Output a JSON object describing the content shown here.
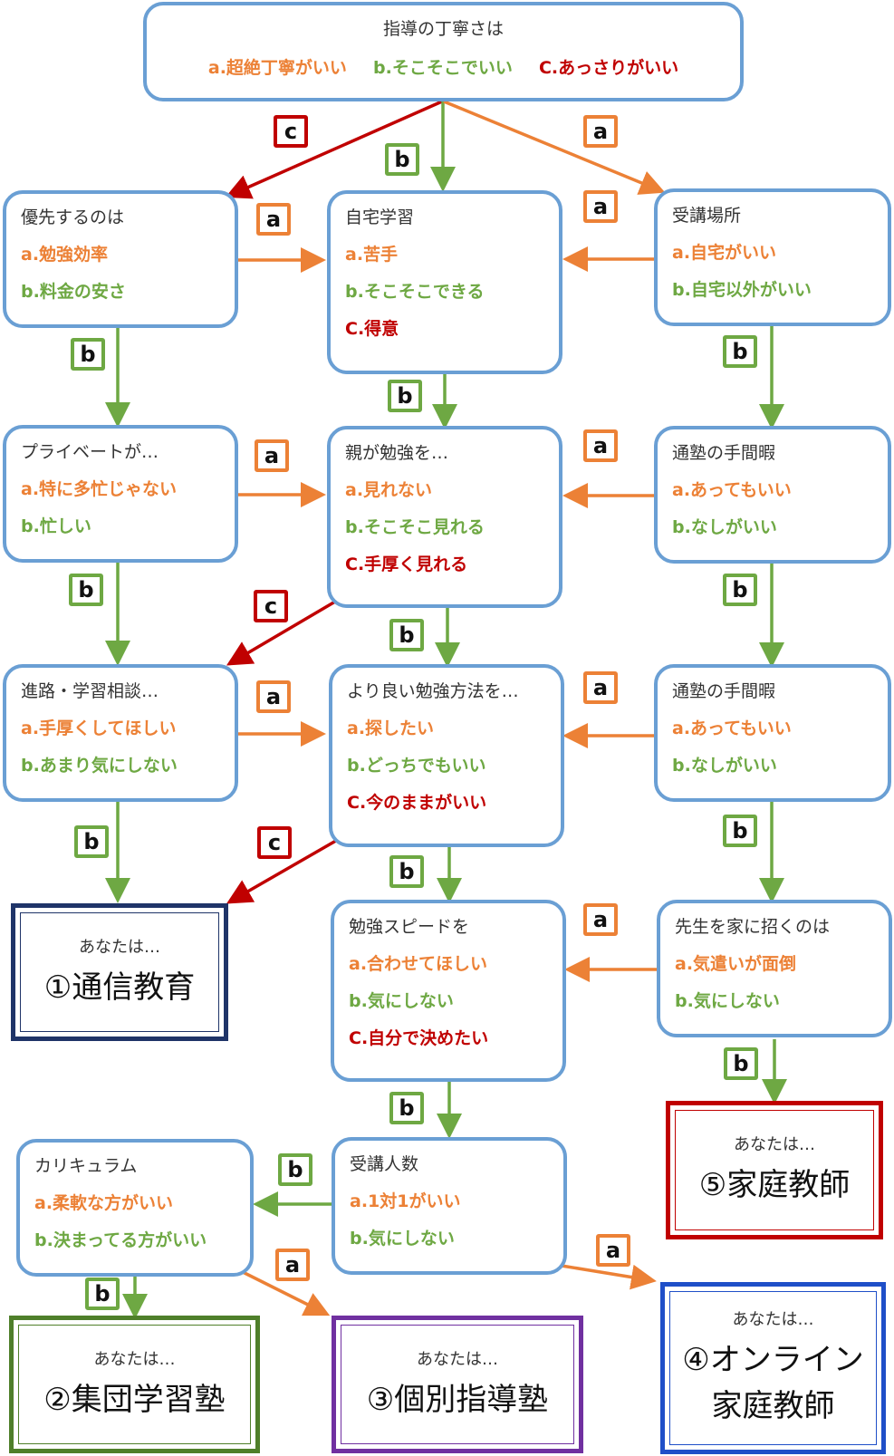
{
  "questions": {
    "q0": {
      "q": "指導の丁寧さは",
      "a": "a.超絶丁寧がいい",
      "b": "b.そこそこでいい",
      "c": "C.あっさりがいい"
    },
    "q1": {
      "q": "優先するのは",
      "a": "a.勉強効率",
      "b": "b.料金の安さ"
    },
    "q2": {
      "q": "自宅学習",
      "a": "a.苦手",
      "b": "b.そこそこできる",
      "c": "C.得意"
    },
    "q3": {
      "q": "受講場所",
      "a": "a.自宅がいい",
      "b": "b.自宅以外がいい"
    },
    "q4": {
      "q": "プライベートが…",
      "a": "a.特に多忙じゃない",
      "b": "b.忙しい"
    },
    "q5": {
      "q": "親が勉強を…",
      "a": "a.見れない",
      "b": "b.そこそこ見れる",
      "c": "C.手厚く見れる"
    },
    "q6": {
      "q": "通塾の手間暇",
      "a": "a.あってもいい",
      "b": "b.なしがいい"
    },
    "q7": {
      "q": "進路・学習相談…",
      "a": "a.手厚くしてほしい",
      "b": "b.あまり気にしない"
    },
    "q8": {
      "q": "より良い勉強方法を…",
      "a": "a.探したい",
      "b": "b.どっちでもいい",
      "c": "C.今のままがいい"
    },
    "q9": {
      "q": "通塾の手間暇",
      "a": "a.あってもいい",
      "b": "b.なしがいい"
    },
    "q10": {
      "q": "勉強スピードを",
      "a": "a.合わせてほしい",
      "b": "b.気にしない",
      "c": "C.自分で決めたい"
    },
    "q11": {
      "q": "先生を家に招くのは",
      "a": "a.気遣いが面倒",
      "b": "b.気にしない"
    },
    "q12": {
      "q": "カリキュラム",
      "a": "a.柔軟な方がいい",
      "b": "b.決まってる方がいい"
    },
    "q13": {
      "q": "受講人数",
      "a": "a.1対1がいい",
      "b": "b.気にしない"
    }
  },
  "results": {
    "r1": {
      "pre": "あなたは…",
      "name1": "①通信教育",
      "name2": ""
    },
    "r2": {
      "pre": "あなたは…",
      "name1": "②集団学習塾",
      "name2": ""
    },
    "r3": {
      "pre": "あなたは…",
      "name1": "③個別指導塾",
      "name2": ""
    },
    "r4": {
      "pre": "あなたは…",
      "name1": "④オンライン",
      "name2": "家庭教師"
    },
    "r5": {
      "pre": "あなたは…",
      "name1": "⑤家庭教師",
      "name2": ""
    }
  },
  "tags": {
    "a": "a",
    "b": "b",
    "c": "c"
  },
  "colors": {
    "a": "#ec8136",
    "b": "#6ea843",
    "c": "#c00000",
    "box_border": "#6a9fd4"
  }
}
